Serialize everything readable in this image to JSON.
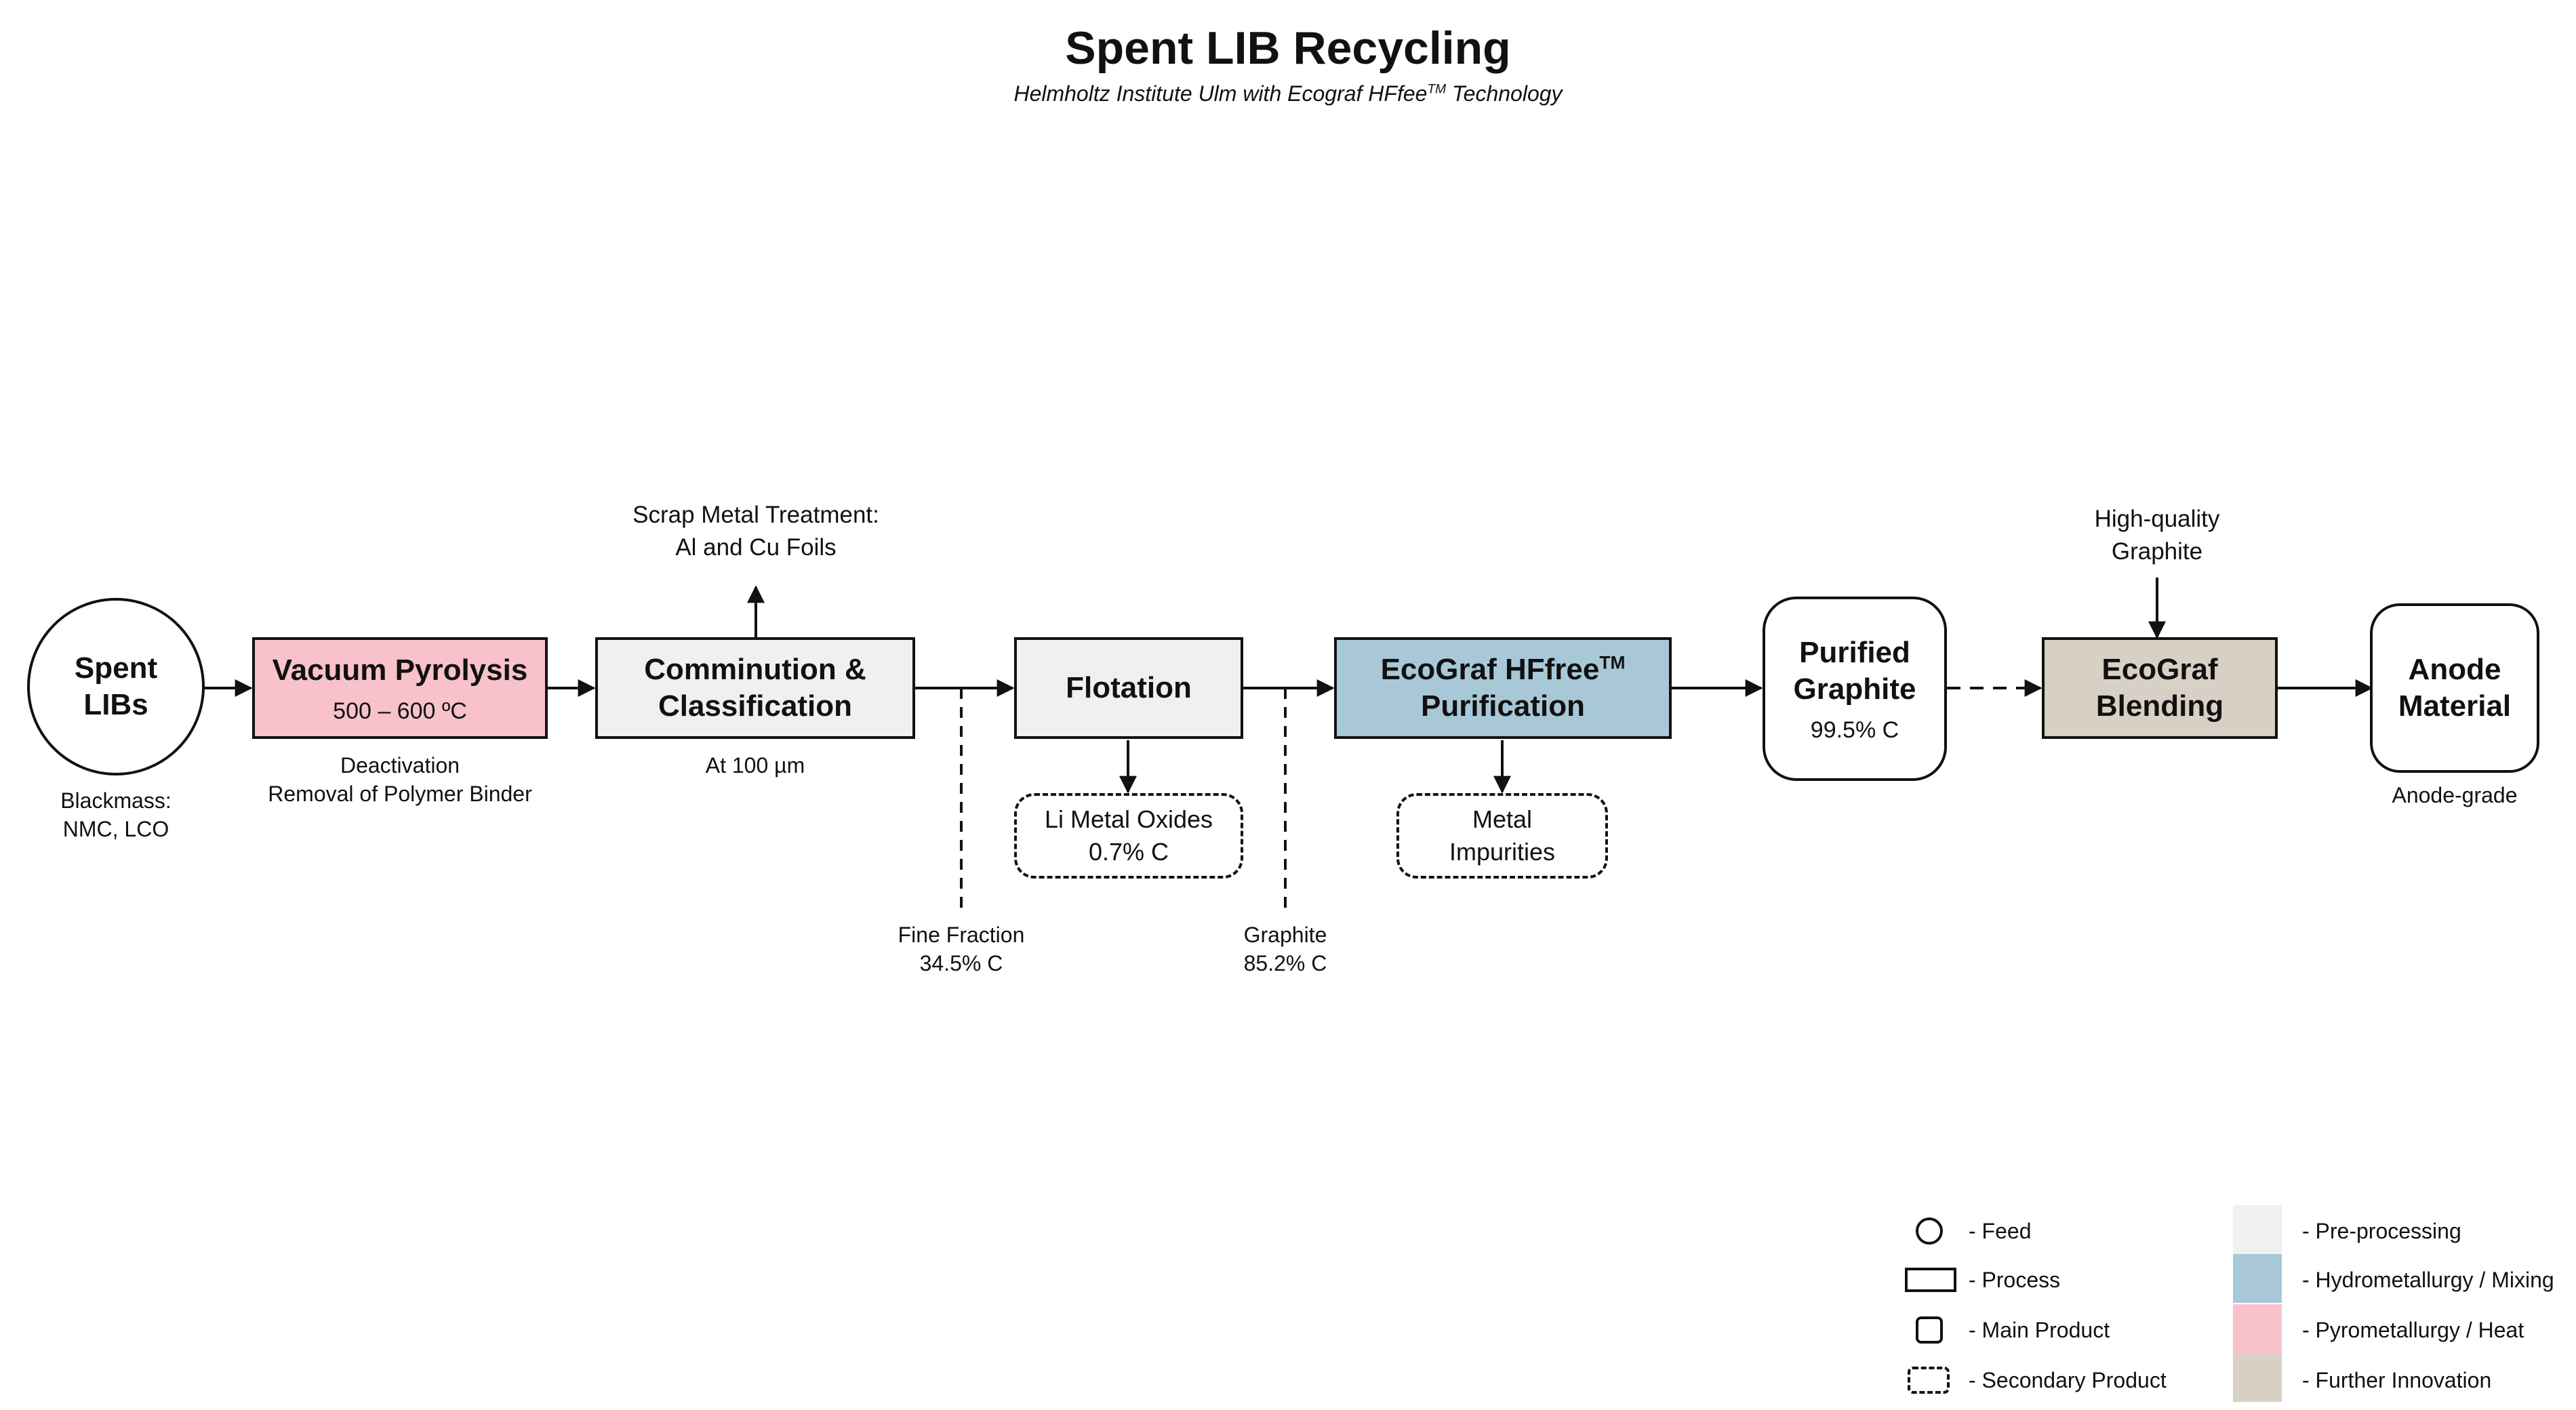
{
  "header": {
    "title": "Spent LIB Recycling",
    "subtitle_pre": "Helmholtz Institute Ulm with Ecograf HFfee",
    "subtitle_tm": "TM",
    "subtitle_post": " Technology"
  },
  "colors": {
    "pre_processing": "#f0f0f0",
    "hydrometallurgy": "#a8c8d8",
    "pyrometallurgy": "#f9c2cb",
    "further_innovation": "#d8d0c4",
    "stroke": "#111111"
  },
  "nodes": {
    "feed": {
      "line1": "Spent",
      "line2": "LIBs",
      "note1": "Blackmass:",
      "note2": "NMC, LCO"
    },
    "pyrolysis": {
      "label": "Vacuum Pyrolysis",
      "sub": "500 – 600 ºC",
      "note1": "Deactivation",
      "note2": "Removal of Polymer Binder"
    },
    "comminution": {
      "line1": "Comminution &",
      "line2": "Classification",
      "note": "At 100 µm",
      "scrap1": "Scrap Metal Treatment:",
      "scrap2": "Al and Cu Foils"
    },
    "flotation": {
      "label": "Flotation"
    },
    "li_oxides": {
      "line1": "Li Metal Oxides",
      "line2": "0.7% C"
    },
    "fine_fraction": {
      "line1": "Fine Fraction",
      "line2": "34.5% C"
    },
    "graphite_stream": {
      "line1": "Graphite",
      "line2": "85.2% C"
    },
    "hffree": {
      "line1_pre": "EcoGraf HFfree",
      "line1_tm": "TM",
      "line2": "Purification"
    },
    "metal_impurities": {
      "line1": "Metal",
      "line2": "Impurities"
    },
    "purified": {
      "line1": "Purified",
      "line2": "Graphite",
      "sub": "99.5% C"
    },
    "blending": {
      "line1": "EcoGraf",
      "line2": "Blending",
      "input1": "High-quality",
      "input2": "Graphite"
    },
    "anode": {
      "line1": "Anode",
      "line2": "Material",
      "note": "Anode-grade"
    }
  },
  "legend": {
    "shapes": [
      {
        "label": "-  Feed",
        "icon": "circle-icon"
      },
      {
        "label": "-  Process",
        "icon": "rectangle-icon"
      },
      {
        "label": "-  Main Product",
        "icon": "rounded-square-icon"
      },
      {
        "label": "-  Secondary Product",
        "icon": "dashed-square-icon"
      }
    ],
    "colors": [
      {
        "label": "-  Pre-processing",
        "color": "#f0f0f0"
      },
      {
        "label": "-  Hydrometallurgy / Mixing",
        "color": "#a8c8d8"
      },
      {
        "label": "-  Pyrometallurgy / Heat",
        "color": "#f9c2cb"
      },
      {
        "label": "-  Further Innovation",
        "color": "#d8d0c4"
      }
    ]
  }
}
